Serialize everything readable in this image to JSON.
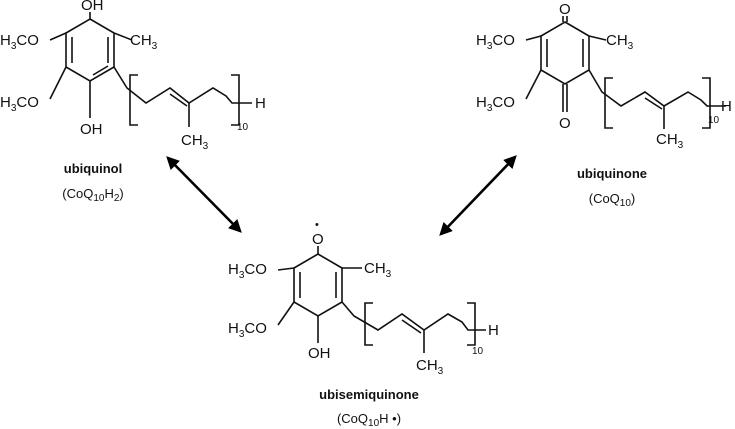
{
  "molecules": {
    "ubiquinol": {
      "name": "ubiquinol",
      "formula_main": "CoQ",
      "formula_sub": "10",
      "formula_h": "H",
      "formula_h_sub": "2",
      "atoms": {
        "oh_top": "OH",
        "oh_bottom": "OH",
        "methoxy_top_main": "H",
        "methoxy_top_sub": "3",
        "methoxy_top_tail": "CO",
        "methoxy_bottom_main": "H",
        "methoxy_bottom_sub": "3",
        "methoxy_bottom_tail": "CO",
        "methyl_main": "CH",
        "methyl_sub": "3",
        "chain_methyl_main": "CH",
        "chain_methyl_sub": "3",
        "terminal_h": "H",
        "repeat": "10"
      }
    },
    "ubiquinone": {
      "name": "ubiquinone",
      "formula_main": "CoQ",
      "formula_sub": "10",
      "atoms": {
        "o_top": "O",
        "o_bottom": "O",
        "methoxy_top_main": "H",
        "methoxy_top_sub": "3",
        "methoxy_top_tail": "CO",
        "methoxy_bottom_main": "H",
        "methoxy_bottom_sub": "3",
        "methoxy_bottom_tail": "CO",
        "methyl_main": "CH",
        "methyl_sub": "3",
        "chain_methyl_main": "CH",
        "chain_methyl_sub": "3",
        "terminal_h": "H",
        "repeat": "10"
      }
    },
    "ubisemiquinone": {
      "name": "ubisemiquinone",
      "formula_main": "CoQ",
      "formula_sub": "10",
      "formula_tail": "H •",
      "atoms": {
        "o_radical": "O",
        "radical_dot": "•",
        "oh_bottom": "OH",
        "methoxy_top_main": "H",
        "methoxy_top_sub": "3",
        "methoxy_top_tail": "CO",
        "methoxy_bottom_main": "H",
        "methoxy_bottom_sub": "3",
        "methoxy_bottom_tail": "CO",
        "methyl_main": "CH",
        "methyl_sub": "3",
        "chain_methyl_main": "CH",
        "chain_methyl_sub": "3",
        "terminal_h": "H",
        "repeat": "10"
      }
    }
  }
}
